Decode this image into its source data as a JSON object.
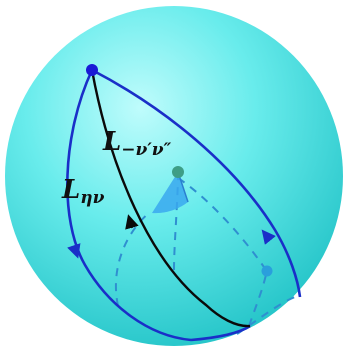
{
  "figure": {
    "labels": {
      "L_top": {
        "base": "L",
        "subscript": "−ν′ν″"
      },
      "L_left": {
        "base": "L",
        "subscript": "ην"
      }
    },
    "colors": {
      "background": "#ffffff",
      "sphere_light": "#b8fbfb",
      "sphere_mid": "#5fe9ea",
      "sphere_dark": "#1ebfc4",
      "blue_curve": "#1a2fc8",
      "black_curve": "#0a0a0a",
      "dashed_curve": "#2f8fd0",
      "vertex_dot": "#1a1ad6",
      "hidden_dot": "#2a9fdc",
      "green_dot": "#3e9e86",
      "wedge": "#3aa8ee"
    }
  }
}
